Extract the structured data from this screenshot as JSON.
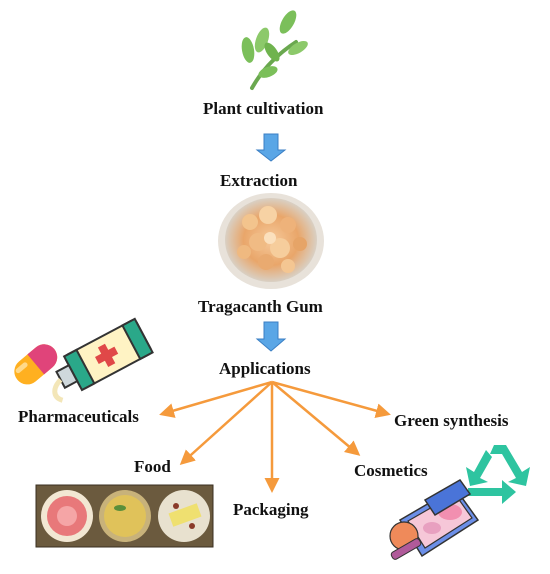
{
  "flow": {
    "steps": [
      "Plant cultivation",
      "Extraction",
      "Tragacanth Gum",
      "Applications"
    ]
  },
  "applications": {
    "items": [
      "Pharmaceuticals",
      "Food",
      "Packaging",
      "Cosmetics",
      "Green synthesis"
    ]
  },
  "colors": {
    "down_arrow_fill": "#5aa6e6",
    "down_arrow_stroke": "#3b7fc4",
    "branch_arrow": "#f59a3c",
    "leaf": "#7bbf5a",
    "recycle": "#2ec4a0"
  },
  "icons": [
    "plant-sprig-icon",
    "gum-bowl-image",
    "capsule-icon",
    "ointment-tube-icon",
    "food-plates-image",
    "recycle-icon",
    "makeup-palette-icon"
  ]
}
